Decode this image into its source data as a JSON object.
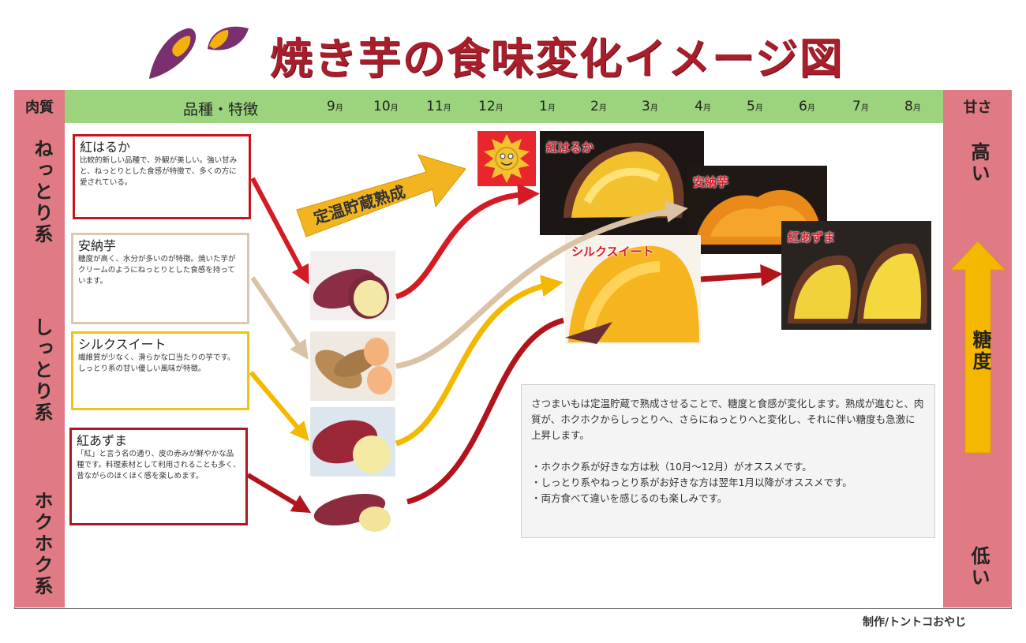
{
  "title": "焼き芋の食味変化イメージ図",
  "header": {
    "texture_label": "肉質",
    "variety_label": "品種・特徴",
    "sweetness_label": "甘さ",
    "months": [
      {
        "num": "9",
        "unit": "月"
      },
      {
        "num": "10",
        "unit": "月"
      },
      {
        "num": "11",
        "unit": "月"
      },
      {
        "num": "12",
        "unit": "月"
      },
      {
        "num": "1",
        "unit": "月"
      },
      {
        "num": "2",
        "unit": "月"
      },
      {
        "num": "3",
        "unit": "月"
      },
      {
        "num": "4",
        "unit": "月"
      },
      {
        "num": "5",
        "unit": "月"
      },
      {
        "num": "6",
        "unit": "月"
      },
      {
        "num": "7",
        "unit": "月"
      },
      {
        "num": "8",
        "unit": "月"
      }
    ]
  },
  "left_column": {
    "nettori": "ねっとり系",
    "shittori": "しっとり系",
    "hokuhoku": "ホクホク系"
  },
  "right_column": {
    "high": "高い",
    "sugar": "糖度",
    "low": "低い"
  },
  "varieties": [
    {
      "name": "紅はるか",
      "desc": "比較的新しい品種で、外観が美しい。強い甘みと、ねっとりとした食感が特徴で、多くの方に愛されている。",
      "border": "#c8141e"
    },
    {
      "name": "安納芋",
      "desc": "糖度が高く、水分が多いのが特徴。焼いた芋がクリームのようにねっとりとした食感を持っています。",
      "border": "#d9c8b0"
    },
    {
      "name": "シルクスイート",
      "desc": "繊維質が少なく、滑らかな口当たりの芋です。しっとり系の甘い優しい風味が特徴。",
      "border": "#f2c218"
    },
    {
      "name": "紅あずま",
      "desc": "「紅」と言う名の通り、皮の赤みが鮮やかな品種です。料理素材として利用されることも多く、昔ながらのほくほく感を楽しめます。",
      "border": "#b01820"
    }
  ],
  "storage_label": "定温貯蔵熟成",
  "baked_labels": {
    "beni_haruka": "紅はるか",
    "annou": "安納芋",
    "silk_sweet": "シルクスイート",
    "beni_azuma": "紅あずま"
  },
  "note": {
    "line1": "さつまいもは定温貯蔵で熟成させることで、糖度と食感が変化します。熟成が進むと、肉質が、ホクホクからしっとりへ、さらにねっとりへと変化し、それに伴い糖度も急激に上昇します。",
    "line2": "・ホクホク系が好きな方は秋（10月～12月）がオススメです。",
    "line3": "・しっとり系やねっとり系がお好きな方は翌年1月以降がオススメです。",
    "line4": "・両方食べて違いを感じるのも楽しみです。"
  },
  "credit": "制作/トントコおやじ",
  "colors": {
    "pink": "#e07a84",
    "green": "#9bd47d",
    "title_red": "#a81e2a",
    "arrow_red": "#d41a22",
    "arrow_tan": "#d9c2a6",
    "arrow_yellow": "#f5b800",
    "arrow_darkred": "#b3141c"
  }
}
